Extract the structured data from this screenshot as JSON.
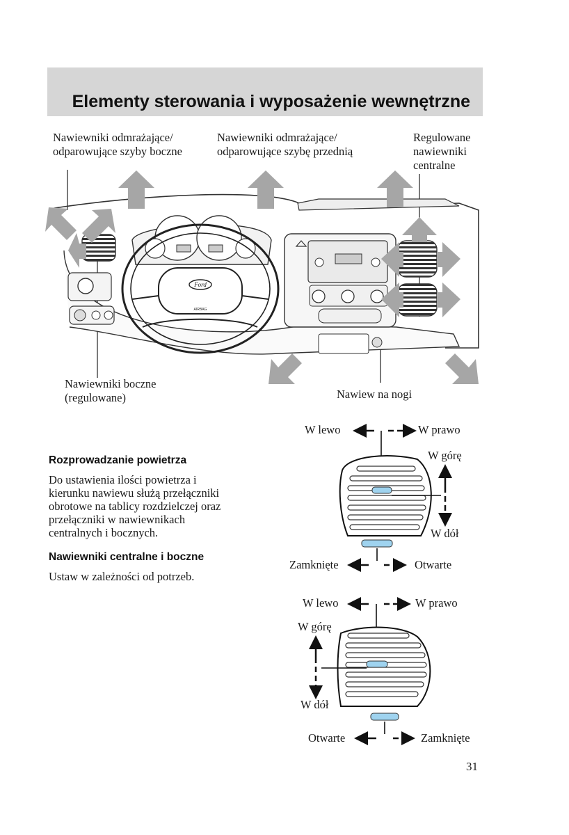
{
  "header": {
    "title": "Elementy sterowania i wyposażenie wewnętrzne"
  },
  "dashboard": {
    "label_side_defrost_l1": "Nawiewniki odmrażające/",
    "label_side_defrost_l2": "odparowujące szyby boczne",
    "label_front_defrost_l1": "Nawiewniki odmrażające/",
    "label_front_defrost_l2": "odparowujące szybę przednią",
    "label_central_l1": "Regulowane",
    "label_central_l2": "nawiewniki",
    "label_central_l3": "centralne",
    "label_side_vents_l1": "Nawiewniki boczne",
    "label_side_vents_l2": "(regulowane)",
    "label_footwell": "Nawiew na nogi",
    "steering_logo": "Ford",
    "airbag_text": "AIRBAG"
  },
  "section_air": {
    "heading": "Rozprowadzanie powietrza",
    "lines": [
      "Do ustawienia ilości powietrza i",
      "kierunku nawiewu służą przełączniki",
      "obrotowe na tablicy rozdzielczej oraz",
      "przełączniki w nawiewnikach",
      "centralnych i bocznych."
    ]
  },
  "section_vents": {
    "heading": "Nawiewniki centralne i boczne",
    "text": "Ustaw w zależności od potrzeb."
  },
  "vent_diagram_1": {
    "left": "W lewo",
    "right": "W prawo",
    "up": "W górę",
    "down": "W dół",
    "closed": "Zamknięte",
    "open": "Otwarte"
  },
  "vent_diagram_2": {
    "left": "W lewo",
    "right": "W prawo",
    "up": "W górę",
    "down": "W dół",
    "open": "Otwarte",
    "closed": "Zamknięte"
  },
  "page_number": "31",
  "colors": {
    "header_bg": "#d6d6d6",
    "arrow_gray": "#a0a0a0",
    "thumbwheel_blue": "#9fd3ef"
  }
}
